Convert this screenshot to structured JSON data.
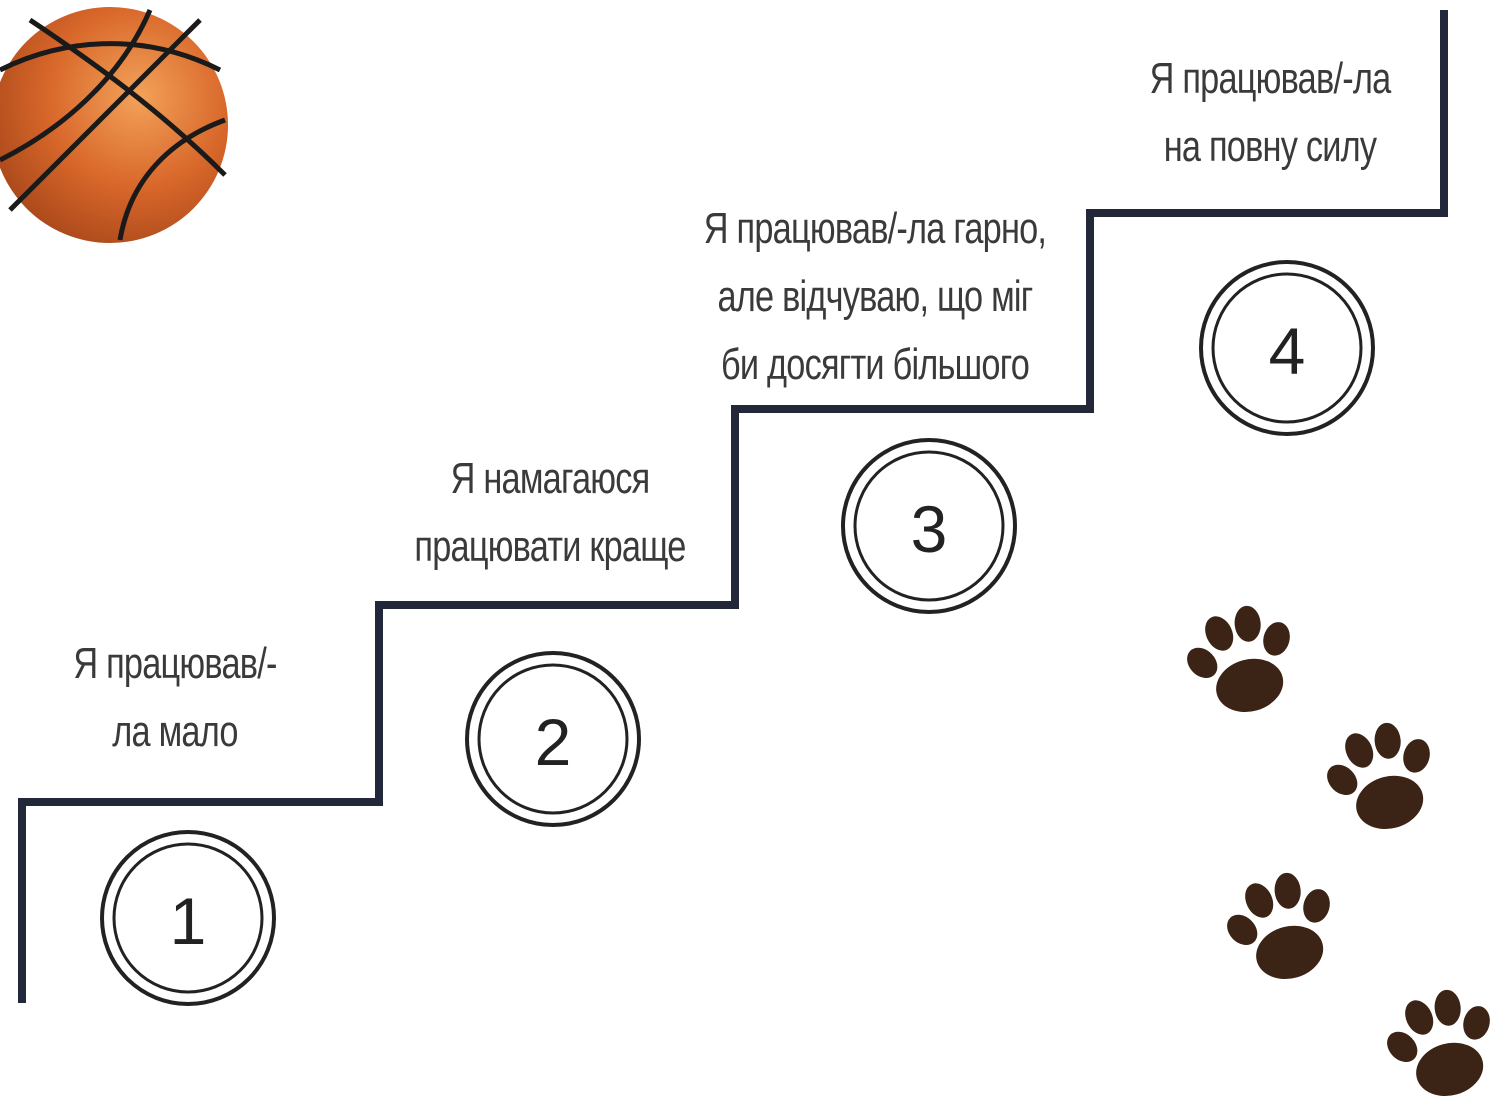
{
  "colors": {
    "stair_line": "#22283a",
    "ball_fill": "#d8672a",
    "ball_lines": "#1a1a1a",
    "paw": "#3b2416",
    "text": "#3a3a3a"
  },
  "steps": [
    {
      "number": "1",
      "lines": [
        "Я працював/-",
        "ла мало"
      ]
    },
    {
      "number": "2",
      "lines": [
        "Я намагаюся",
        "працювати краще"
      ]
    },
    {
      "number": "3",
      "lines": [
        "Я працював/-ла гарно,",
        "але відчуваю, що міг",
        "би досягти більшого"
      ]
    },
    {
      "number": "4",
      "lines": [
        "Я працював/-ла",
        "на повну силу"
      ]
    }
  ],
  "icons": [
    "basketball-icon",
    "paw-print-icon"
  ]
}
